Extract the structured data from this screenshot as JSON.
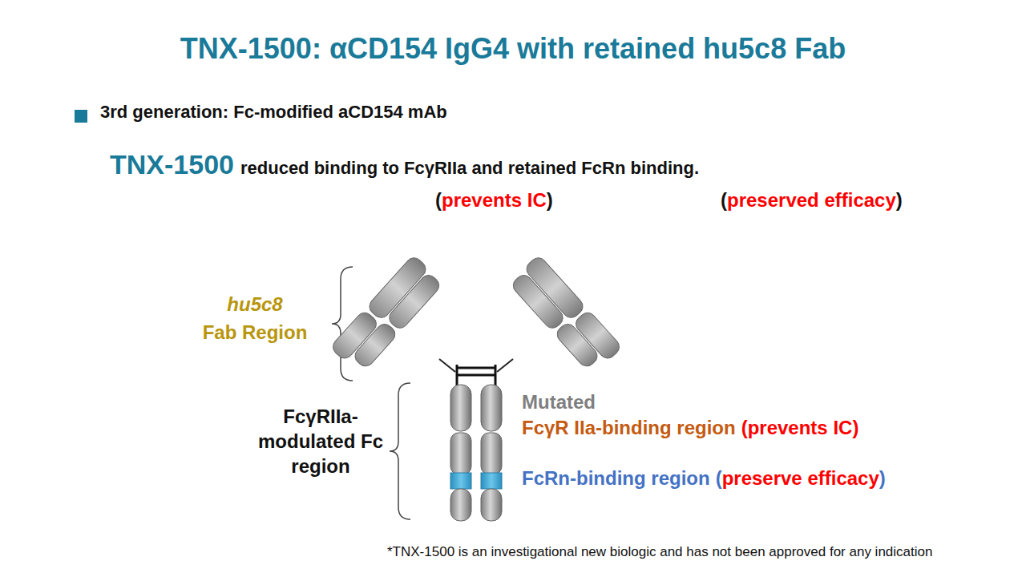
{
  "diagram": {
    "title": "TNX-1500: αCD154 IgG4 with retained hu5c8 Fab",
    "labels": [
      "3rd generation: Fc-modified aCD154 mAb",
      "TNX-1500",
      "reduced binding to FcγRIIa and retained FcRn binding.",
      "(",
      "prevents IC",
      ")",
      "(",
      "preserved efficacy",
      ")",
      "hu5c8",
      "Fab Region",
      "FcγRIIa- modulated Fc region",
      "Mutated",
      "FcγR IIa-binding region",
      "(prevents IC)",
      "FcRn-binding region",
      "(",
      "preserve efficacy",
      ")",
      "*TNX-1500 is an investigational new biologic and has not been approved for any indication"
    ]
  }
}
